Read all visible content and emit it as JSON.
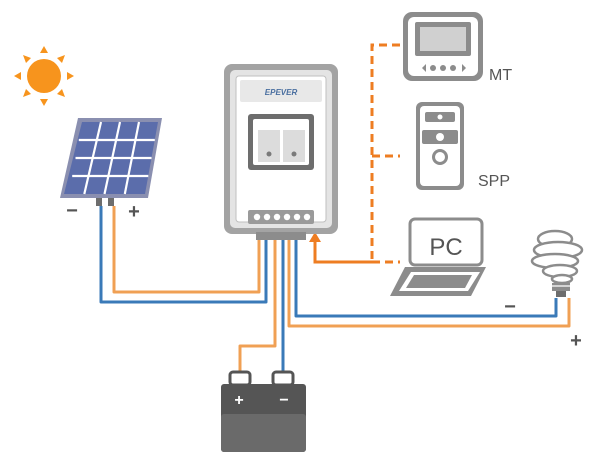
{
  "brand": "EPEVER",
  "devices": {
    "mt": "MT",
    "spp": "SPP",
    "pc": "PC"
  },
  "signs": {
    "panel_negative": "−",
    "panel_positive": "+",
    "battery_positive": "+",
    "battery_negative": "−",
    "load_negative": "−",
    "load_positive": "+"
  },
  "colors": {
    "positive_wire": "#f0a054",
    "negative_wire": "#3a7ab8",
    "signal_line": "#ee7d22",
    "device_gray": "#8c8c8c",
    "sun": "#f7941d",
    "panel_blue": "#5b6dab"
  }
}
